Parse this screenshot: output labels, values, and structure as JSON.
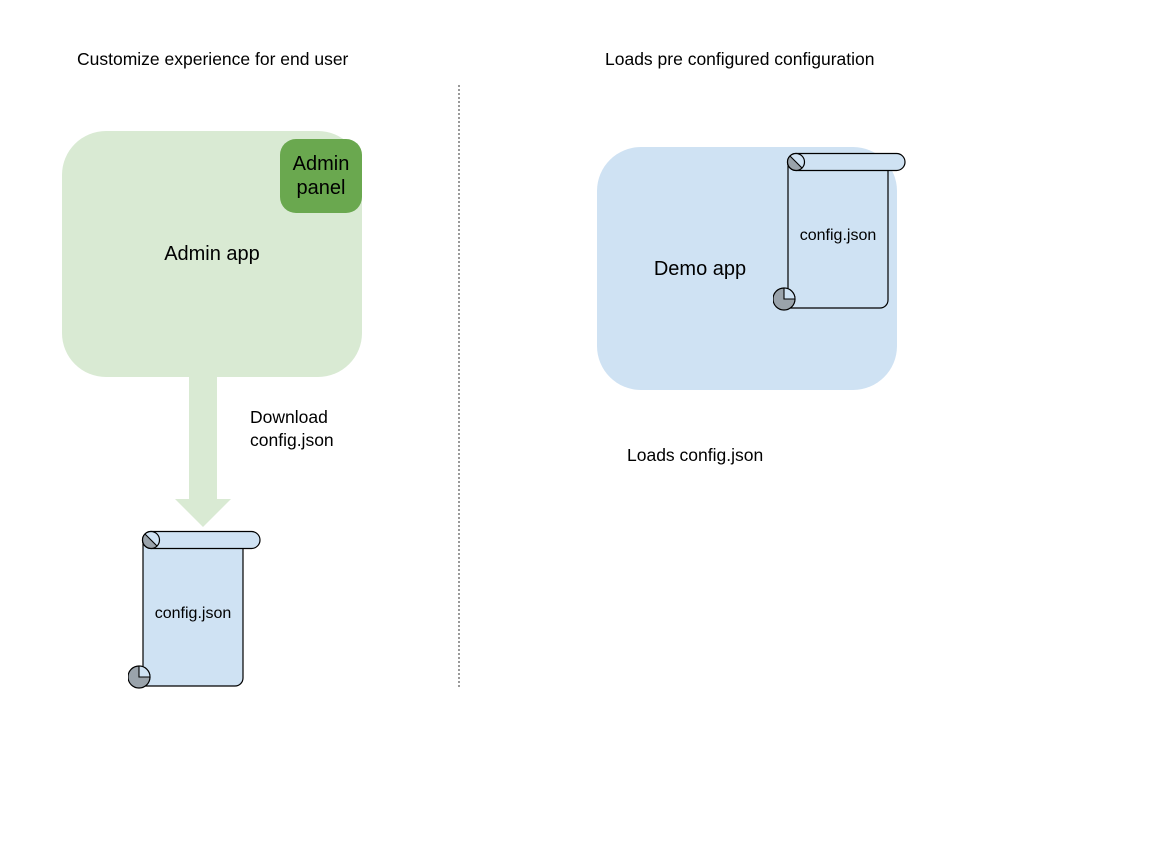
{
  "left_section": {
    "title": "Customize experience for end user",
    "admin_app": {
      "label": "Admin app"
    },
    "admin_panel": {
      "label": "Admin panel"
    },
    "download_note": "Download config.json",
    "config_scroll": {
      "label": "config.json"
    }
  },
  "right_section": {
    "title": "Loads pre configured configuration",
    "demo_app": {
      "label": "Demo app"
    },
    "config_scroll": {
      "label": "config.json"
    },
    "loads_note": "Loads config.json"
  },
  "colors": {
    "light_green": "#d9ead3",
    "dark_green": "#6aa84f",
    "light_blue": "#cfe2f3",
    "curl_gray": "#9aa3ab",
    "outline_black": "#000000",
    "divider_gray": "#9a9a9a",
    "background": "#ffffff"
  }
}
